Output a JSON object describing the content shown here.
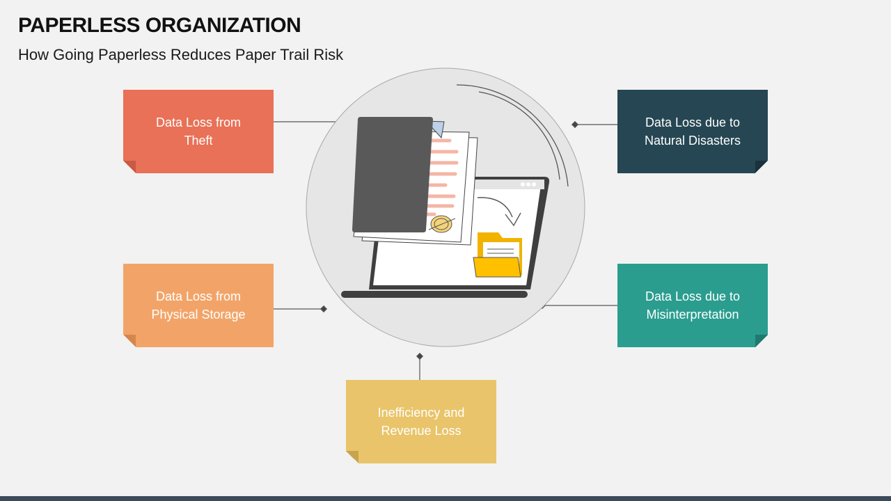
{
  "header": {
    "title": "PAPERLESS ORGANIZATION",
    "subtitle": "How Going Paperless Reduces Paper Trail Risk"
  },
  "boxes": [
    {
      "id": "theft",
      "label": "Data Loss from\nTheft",
      "color": "#e87157",
      "fold": "#c95a43"
    },
    {
      "id": "physical-storage",
      "label": "Data Loss from\nPhysical Storage",
      "color": "#f2a468",
      "fold": "#d4864d"
    },
    {
      "id": "inefficiency",
      "label": "Inefficiency  and\nRevenue  Loss",
      "color": "#e9c46a",
      "fold": "#c9a44e"
    },
    {
      "id": "natural-disasters",
      "label": "Data Loss due to\nNatural Disasters",
      "color": "#264653",
      "fold": "#1a323c"
    },
    {
      "id": "misinterpretation",
      "label": "Data Loss due to\nMisinterpretation",
      "color": "#2a9d8f",
      "fold": "#1e7a6f"
    }
  ],
  "colors": {
    "background": "#f2f2f2",
    "circle": "#e6e6e6",
    "folder": "#ffc000",
    "document_lines": "#f4b6a6",
    "dark_sheet": "#595959",
    "footer": "#3c4a5a"
  },
  "icons": {
    "center": "paperless-laptop-icon"
  }
}
